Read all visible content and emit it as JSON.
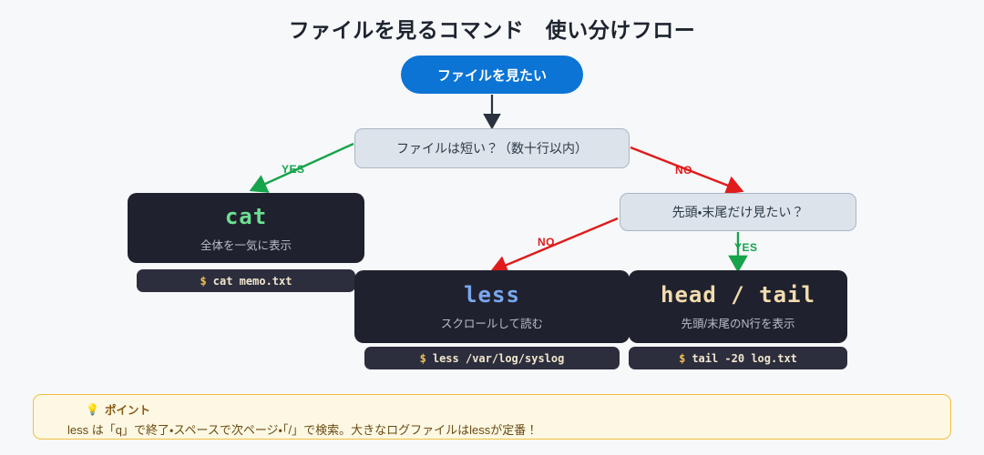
{
  "page": {
    "title": "ファイルを見るコマンド　使い分けフロー",
    "background_color": "#f7f8fa"
  },
  "flow": {
    "start": {
      "label": "ファイルを見たい",
      "color": "#0b74d4",
      "text_color": "#ffffff"
    },
    "decisions": [
      {
        "id": "short",
        "label": "ファイルは短い？（数十行以内）",
        "fill": "#dde3ea",
        "border": "#aab7c5"
      },
      {
        "id": "headtail",
        "label": "先頭・末尾だけ見たい？",
        "fill": "#dde3ea",
        "border": "#aab7c5"
      }
    ],
    "edges": [
      {
        "id": "short-yes",
        "label": "YES",
        "color": "#16a34a"
      },
      {
        "id": "short-no",
        "label": "NO",
        "color": "#e01b1b"
      },
      {
        "id": "headtail-no",
        "label": "NO",
        "color": "#e01b1b"
      },
      {
        "id": "headtail-yes",
        "label": "YES",
        "color": "#16a34a"
      }
    ],
    "commands": [
      {
        "id": "cat",
        "name": "cat",
        "name_color": "#6ddf91",
        "description": "全体を一気に表示",
        "example_prompt": "$",
        "example_command": "cat memo.txt"
      },
      {
        "id": "less",
        "name": "less",
        "name_color": "#7aa8f0",
        "description": "スクロールして読む",
        "example_prompt": "$",
        "example_command": "less /var/log/syslog"
      },
      {
        "id": "headtail",
        "name": "head / tail",
        "name_color": "#f2dcae",
        "description": "先頭/末尾のN行を表示",
        "example_prompt": "$",
        "example_command": "tail -20 log.txt"
      }
    ]
  },
  "tip": {
    "icon": "light-bulb",
    "icon_glyph": "💡",
    "heading": "ポイント",
    "body": "less は「q」で終了・スペースで次ページ・「/」で検索。大きなログファイルはlessが定番！",
    "fill": "#fdf8e3",
    "border": "#f0c040"
  }
}
